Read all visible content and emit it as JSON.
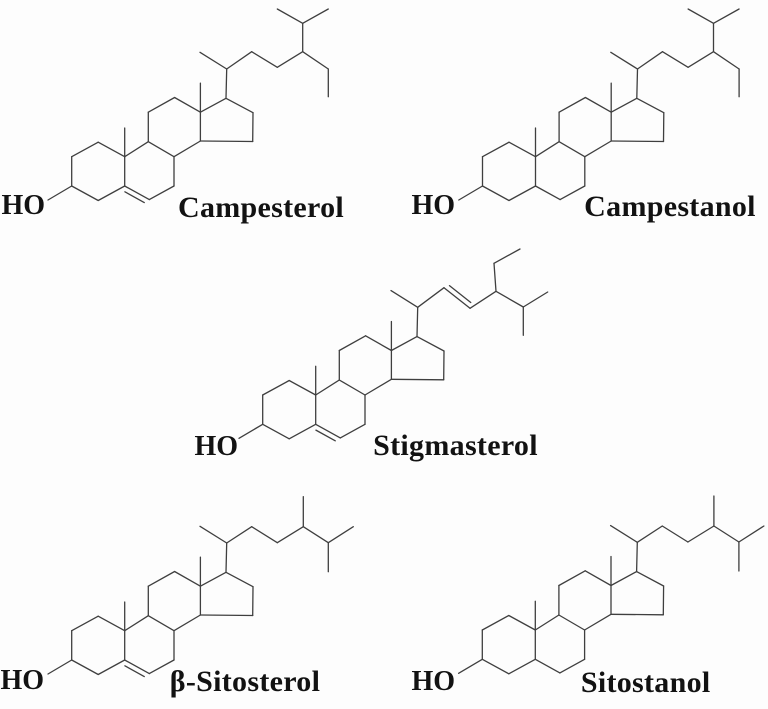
{
  "figure": {
    "background_color": "#fdfdfd",
    "bond_color": "#3f3f3f",
    "label_color": "#121212",
    "description": "Line-bond structures of five plant sterols arranged in three rows"
  },
  "molecules": [
    {
      "name": "Campesterol",
      "hydroxyl_label": "HO",
      "core": "steroid-tetracycle",
      "delta5_double_bond": true,
      "side_chain": "24-ethyl-isopropyl"
    },
    {
      "name": "Campestanol",
      "hydroxyl_label": "HO",
      "core": "steroid-tetracycle",
      "delta5_double_bond": false,
      "side_chain": "24-ethyl-isopropyl"
    },
    {
      "name": "Stigmasterol",
      "hydroxyl_label": "HO",
      "core": "steroid-tetracycle",
      "delta5_double_bond": true,
      "side_chain": "delta22-24-ethyl-isopropyl"
    },
    {
      "name": "β-Sitosterol",
      "hydroxyl_label": "HO",
      "core": "steroid-tetracycle",
      "delta5_double_bond": true,
      "side_chain": "24-methyl-isopropyl"
    },
    {
      "name": "Sitostanol",
      "hydroxyl_label": "HO",
      "core": "steroid-tetracycle",
      "delta5_double_bond": false,
      "side_chain": "24-methyl-isopropyl"
    }
  ]
}
